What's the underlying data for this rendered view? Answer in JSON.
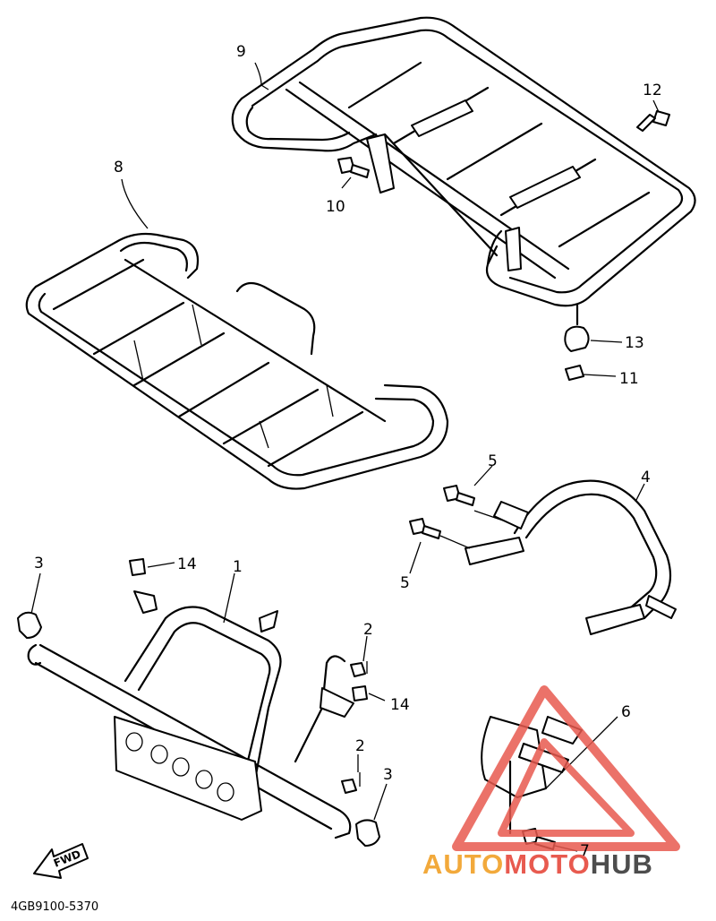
{
  "diagram_code": "4GB9100-5370",
  "fwd_label": "FWD",
  "callouts": {
    "c1": "1",
    "c2a": "2",
    "c2b": "2",
    "c3a": "3",
    "c3b": "3",
    "c4": "4",
    "c5a": "5",
    "c5b": "5",
    "c6": "6",
    "c7": "7",
    "c8": "8",
    "c9": "9",
    "c10": "10",
    "c11": "11",
    "c12": "12",
    "c13": "13",
    "c14a": "14",
    "c14b": "14"
  },
  "watermark": {
    "part1": "AUTO",
    "part2": "MOTO",
    "part3": "HUB",
    "color1": "#f2a93b",
    "color2": "#e85a4f",
    "color3": "#4d4d4d"
  }
}
